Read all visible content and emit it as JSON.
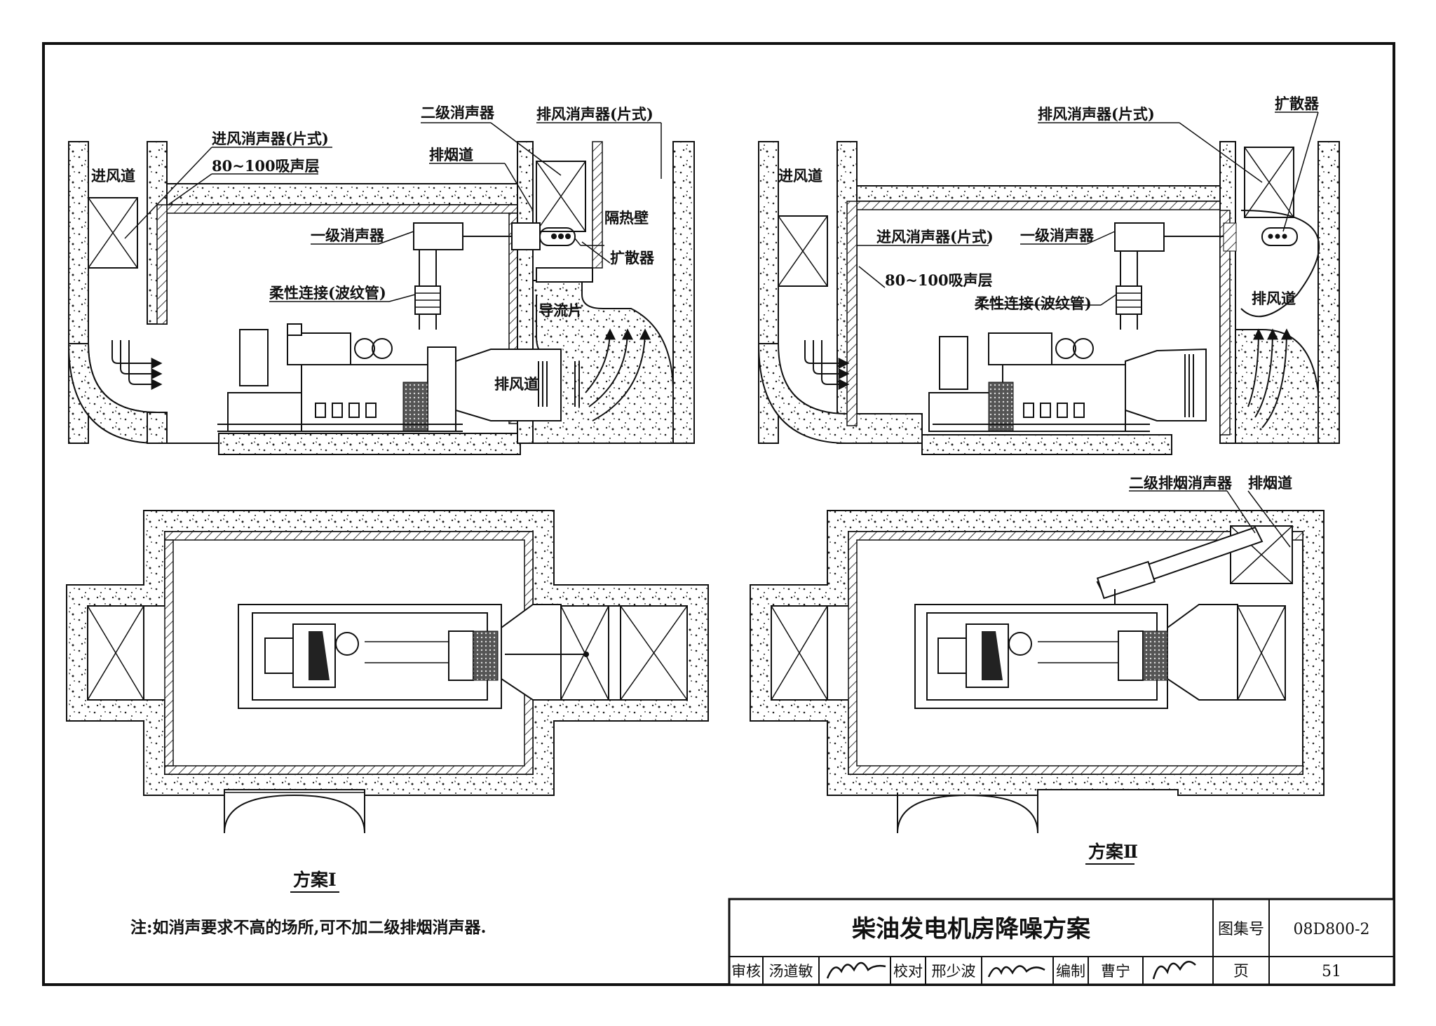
{
  "labels": {
    "intake_duct": "进风道",
    "intake_silencer": "进风消声器(片式)",
    "absorb_layer": "80~100吸声层",
    "secondary_silencer": "二级消声器",
    "exhaust_air_silencer": "排风消声器(片式)",
    "smoke_duct": "排烟道",
    "primary_silencer": "一级消声器",
    "heat_wall": "隔热壁",
    "diffuser": "扩散器",
    "flex_joint": "柔性连接(波纹管)",
    "guide_vane": "导流片",
    "exhaust_duct": "排风道",
    "secondary_smoke_silencer": "二级排烟消声器"
  },
  "scheme1": "方案Ⅰ",
  "scheme2": "方案Ⅱ",
  "note": "注:如消声要求不高的场所,可不加二级排烟消声器.",
  "title_block": {
    "title": "柴油发电机房降噪方案",
    "atlas_label": "图集号",
    "atlas_no": "08D800-2",
    "review_label": "审核",
    "reviewer": "汤道敏",
    "check_label": "校对",
    "checker": "邢少波",
    "compile_label": "编制",
    "compiler": "曹宁",
    "page_label": "页",
    "page_no": "51"
  }
}
